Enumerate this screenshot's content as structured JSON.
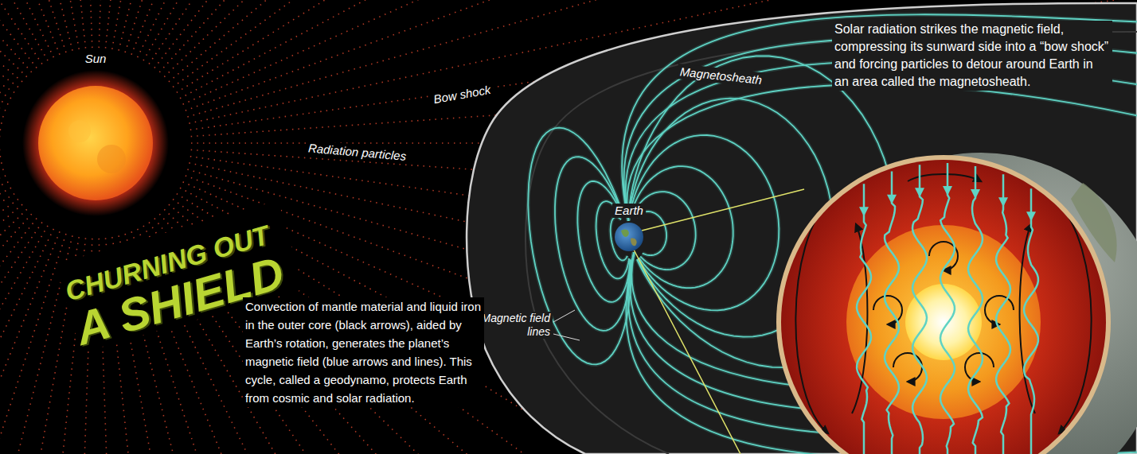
{
  "diagram": {
    "title": "CHURNING OUT A SHIELD",
    "nodes": [
      {
        "text": [
          "Sun"
        ]
      },
      {
        "text": [
          "Earth"
        ]
      }
    ],
    "labels": [
      "Radiation particles",
      "Bow shock",
      "Magnetosheath",
      "Magnetic field lines",
      "Solar radiation strikes the magnetic field, compressing its sunward side into a “bow shock” and forcing particles to detour around Earth in an area called the magnetosheath.",
      "Convection of mantle material and liquid iron in the outer core (black arrows), aided by Earth’s rotation, generates the planet’s magnetic field (blue arrows and lines). This cycle, called a geodynamo, protects Earth from cosmic and solar radiation."
    ]
  }
}
